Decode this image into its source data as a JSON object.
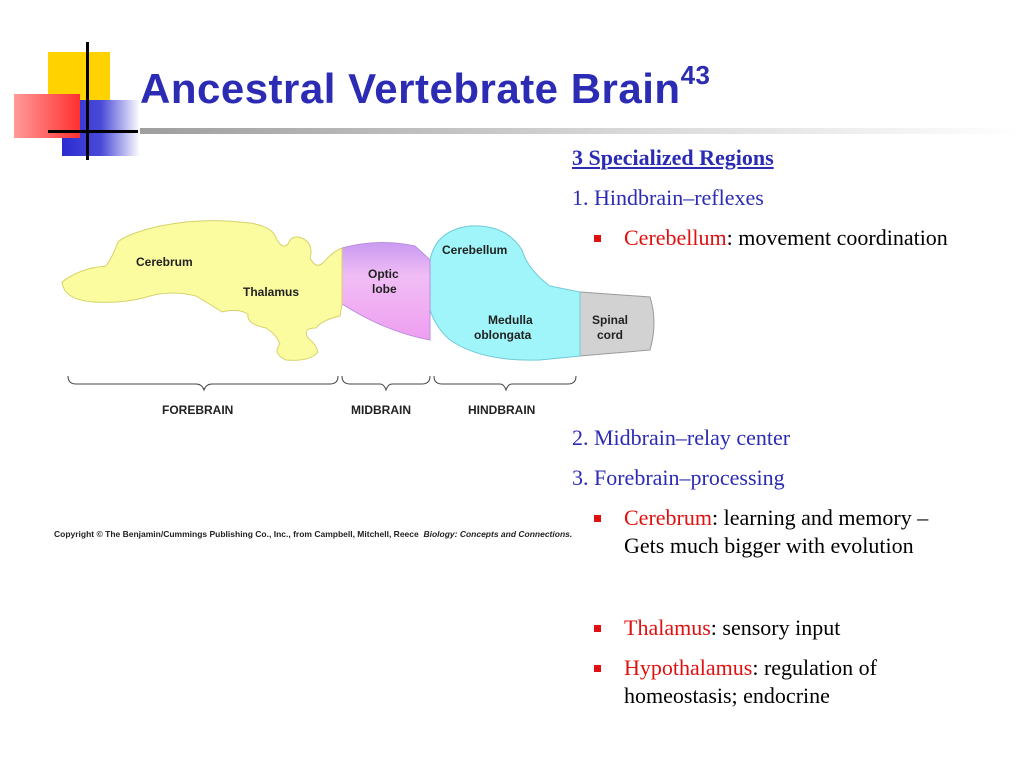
{
  "slide": {
    "title": "Ancestral Vertebrate Brain",
    "title_superscript": "43"
  },
  "text": {
    "regions_heading": "3 Specialized Regions",
    "hindbrain_line": "1. Hindbrain–reflexes",
    "cerebellum_term": "Cerebellum",
    "cerebellum_desc": ": movement coordination",
    "midbrain_line": "2. Midbrain–relay center",
    "forebrain_line": "3. Forebrain–processing",
    "cerebrum_term": "Cerebrum",
    "cerebrum_desc": ": learning and memory – Gets much bigger with evolution",
    "thalamus_term": "Thalamus",
    "thalamus_desc": ": sensory input",
    "hypothalamus_term": "Hypothalamus",
    "hypothalamus_desc": ": regulation of homeostasis; endocrine"
  },
  "diagram": {
    "labels": {
      "cerebrum": "Cerebrum",
      "thalamus": "Thalamus",
      "optic_lobe_1": "Optic",
      "optic_lobe_2": "lobe",
      "cerebellum": "Cerebellum",
      "medulla_1": "Medulla",
      "medulla_2": "oblongata",
      "spinal_1": "Spinal",
      "spinal_2": "cord"
    },
    "sections": {
      "forebrain": "FOREBRAIN",
      "midbrain": "MIDBRAIN",
      "hindbrain": "HINDBRAIN"
    },
    "colors": {
      "forebrain": "#fbfba0",
      "midbrain": "#ee9ef0",
      "hindbrain": "#9ff5f9",
      "spinal": "#d2d2d2",
      "title": "#2b2bb3",
      "term": "#e01010"
    }
  },
  "copyright": {
    "text": "Copyright © The Benjamin/Cummings Publishing Co., Inc., from Campbell, Mitchell, Reece",
    "book": "Biology: Concepts and Connections."
  }
}
